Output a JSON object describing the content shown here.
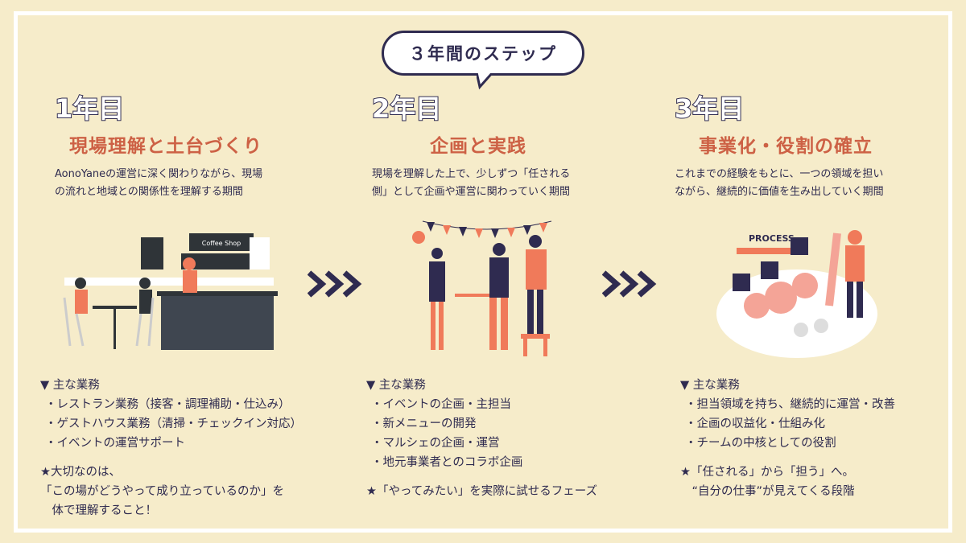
{
  "header": {
    "title": "３年間のステップ"
  },
  "colors": {
    "accent": "#cd6145",
    "navy": "#2f2b50",
    "bg": "#f6ecca"
  },
  "steps": [
    {
      "year": "1年目",
      "title": "現場理解と土台づくり",
      "desc": [
        "AonoYaneの運営に深く関わりながら、現場",
        "の流れと地域との関係性を理解する期間"
      ],
      "illustration_sign": "Coffee Shop",
      "tasks_heading": "▼ 主な業務",
      "tasks": [
        "・レストラン業務（接客・調理補助・仕込み）",
        "・ゲストハウス業務（清掃・チェックイン対応）",
        "・イベントの運営サポート"
      ],
      "note": [
        "★大切なのは、",
        "「この場がどうやって成り立っているのか」を",
        "　体で理解すること！"
      ]
    },
    {
      "year": "2年目",
      "title": "企画と実践",
      "desc": [
        "現場を理解した上で、少しずつ「任される",
        "側」として企画や運営に関わっていく期間"
      ],
      "tasks_heading": "▼ 主な業務",
      "tasks": [
        "・イベントの企画・主担当",
        "・新メニューの開発",
        "・マルシェの企画・運営",
        "・地元事業者とのコラボ企画"
      ],
      "note": [
        "★「やってみたい」を実際に試せるフェーズ"
      ]
    },
    {
      "year": "3年目",
      "title": "事業化・役割の確立",
      "desc": [
        "これまでの経験をもとに、一つの領域を担い",
        "ながら、継続的に価値を生み出していく期間"
      ],
      "illustration_sign": "PROCESS",
      "tasks_heading": "▼ 主な業務",
      "tasks": [
        "・担当領域を持ち、継続的に運営・改善",
        "・企画の収益化・仕組み化",
        "・チームの中核としての役割"
      ],
      "note": [
        "★「任される」から「担う」へ。",
        "　“自分の仕事”が見えてくる段階"
      ]
    }
  ]
}
